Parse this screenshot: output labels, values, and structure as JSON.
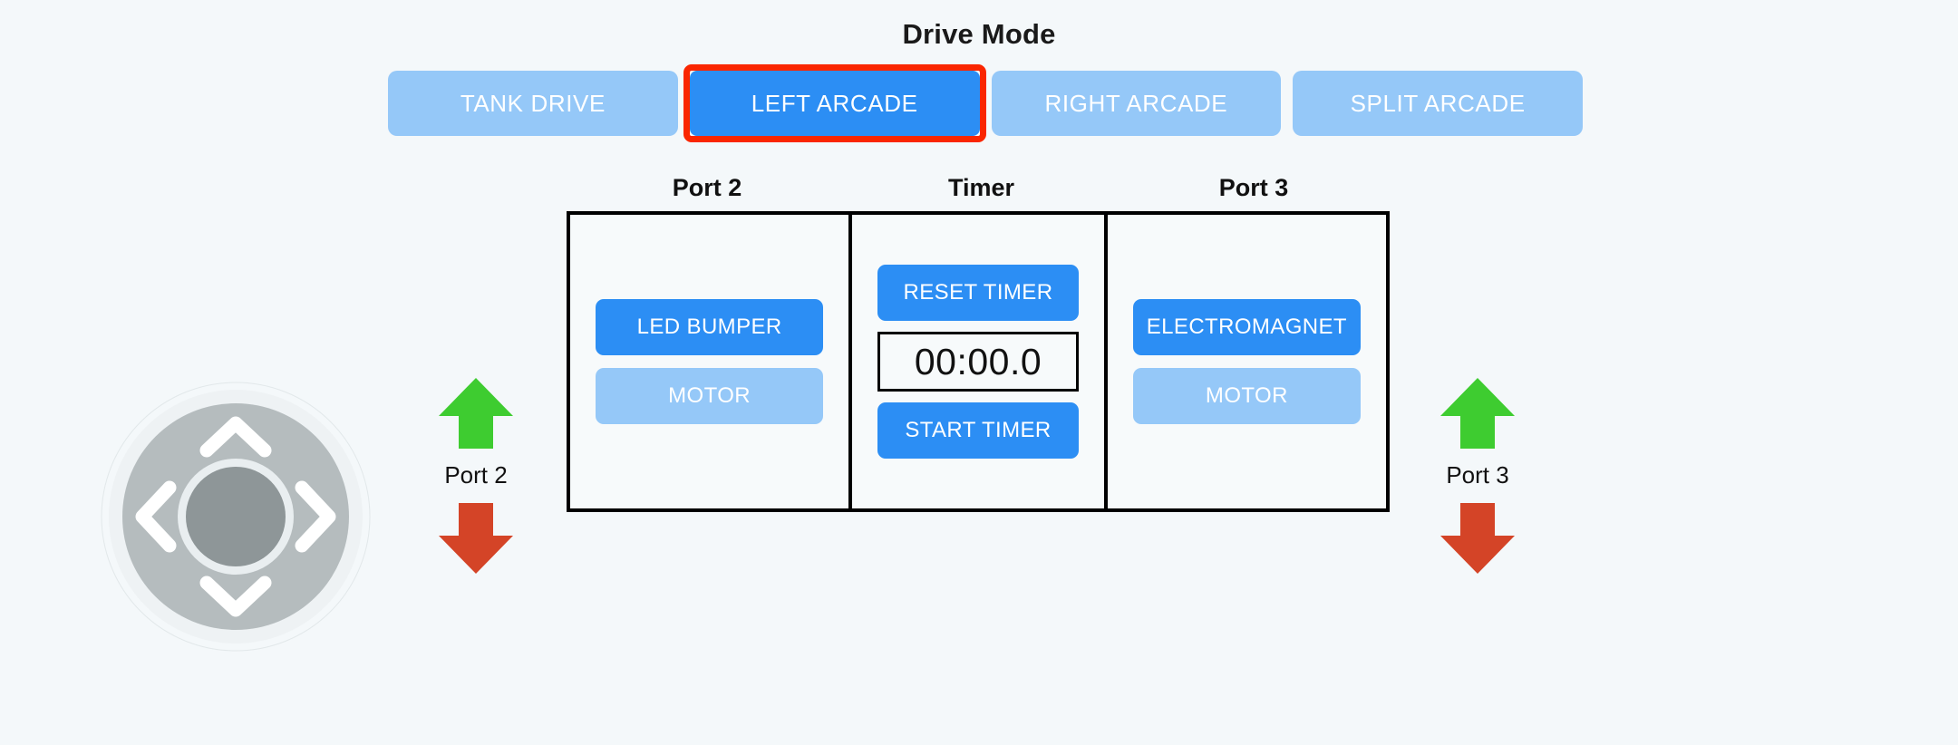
{
  "drive_mode": {
    "title": "Drive Mode",
    "selected": "LEFT ARCADE",
    "highlight_color": "#fa2600",
    "active_color": "#2c8ef4",
    "inactive_color": "#95c8f8",
    "options": [
      {
        "label": "TANK DRIVE",
        "selected": false
      },
      {
        "label": "LEFT ARCADE",
        "selected": true
      },
      {
        "label": "RIGHT ARCADE",
        "selected": false
      },
      {
        "label": "SPLIT ARCADE",
        "selected": false
      }
    ]
  },
  "columns": {
    "port2": {
      "heading": "Port 2",
      "buttons": [
        {
          "label": "LED BUMPER",
          "active": true
        },
        {
          "label": "MOTOR",
          "active": false
        }
      ]
    },
    "timer": {
      "heading": "Timer",
      "reset_label": "RESET TIMER",
      "display": "00:00.0",
      "start_label": "START TIMER"
    },
    "port3": {
      "heading": "Port 3",
      "buttons": [
        {
          "label": "ELECTROMAGNET",
          "active": true
        },
        {
          "label": "MOTOR",
          "active": false
        }
      ]
    }
  },
  "dpad": {
    "directions": [
      "up",
      "left",
      "right",
      "down"
    ],
    "ring_color": "#b5bcbe",
    "hub_color": "#8e9698",
    "chevron_color": "#ffffff"
  },
  "port_arrows": {
    "up_color": "#3ecc30",
    "down_color": "#d44427",
    "left": {
      "label": "Port 2",
      "up_icon": "arrow-up",
      "down_icon": "arrow-down"
    },
    "right": {
      "label": "Port 3",
      "up_icon": "arrow-up",
      "down_icon": "arrow-down"
    }
  }
}
